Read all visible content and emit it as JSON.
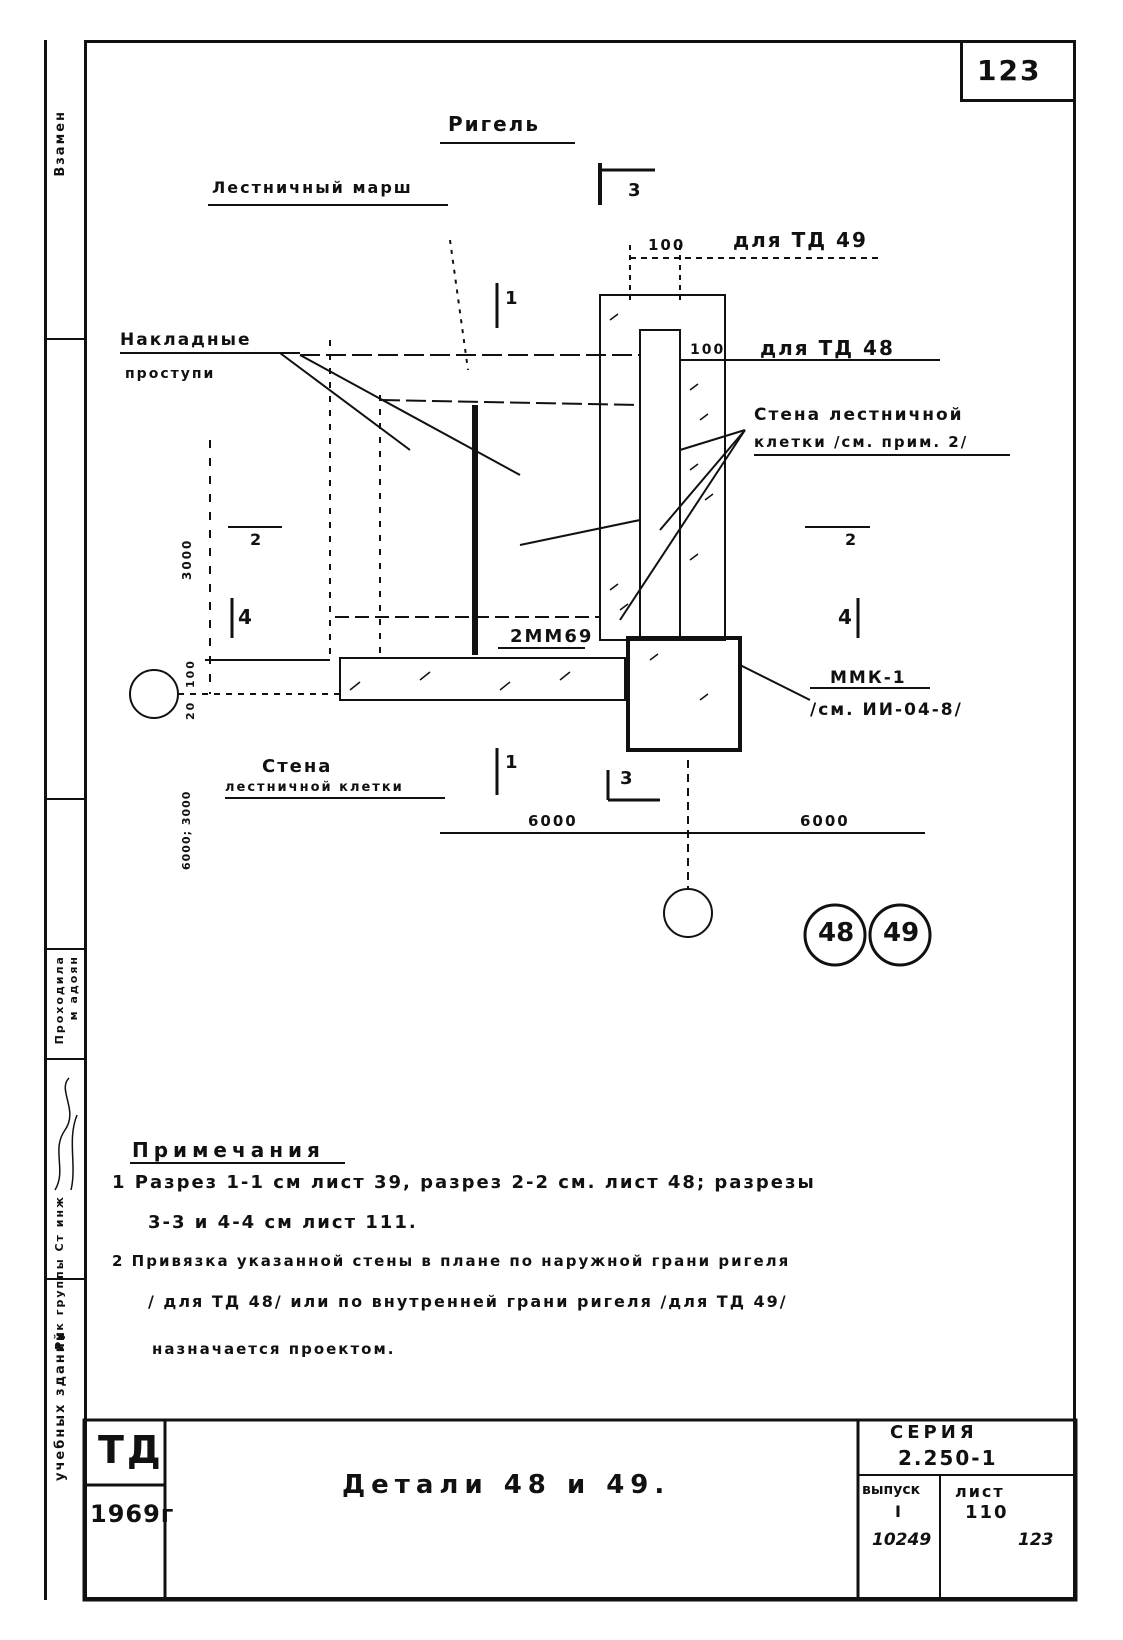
{
  "page_number": "123",
  "title": "Ригель",
  "side_stamps": {
    "vzamen": "Взамен",
    "prokhodila": "Проходила",
    "mark": "м адоян",
    "group_head": "Рук группы Ст инж",
    "institute": "учебных зданий"
  },
  "drawing": {
    "label_stair_flight": "Лестничный марш",
    "label_overlay_steps_1": "Накладные",
    "label_overlay_steps_2": "проступи",
    "label_dim_100_top": "100",
    "label_for_td49": "для ТД 49",
    "label_dim_100_mid": "100",
    "label_for_td48": "для ТД 48",
    "label_wall_1": "Стена лестничной",
    "label_wall_2": "клетки /см. прим. 2/",
    "section_1_top": "1",
    "section_1_bottom": "1",
    "section_2_left": "2",
    "section_2_right": "2",
    "section_3_top": "3",
    "section_3_bottom": "3",
    "section_4_left": "4",
    "section_4_right": "4",
    "label_2mm69": "2ММ69",
    "label_mmk1": "ММК-1",
    "label_mmk1_ref": "/см. ИИ-04-8/",
    "label_wall_bottom_1": "Стена",
    "label_wall_bottom_2": "лестничной клетки",
    "dim_3000": "3000",
    "dim_100": "100",
    "dim_20": "20",
    "dim_vertical_bottom": "6000; 3000",
    "dim_6000_left": "6000",
    "dim_6000_right": "6000",
    "detail_48": "48",
    "detail_49": "49"
  },
  "notes": {
    "heading": "Примечания",
    "note1_line1": "1 Разрез 1-1 см лист 39, разрез 2-2 см. лист 48; разрезы",
    "note1_line2": "3-3 и 4-4 см лист 111.",
    "note2_line1": "2 Привязка указанной стены в плане по наружной грани ригеля",
    "note2_line2": "/ для ТД 48/ или по внутренней грани ригеля /для ТД 49/",
    "note2_line3": "назначается проектом."
  },
  "title_block": {
    "td": "ТД",
    "year": "1969г",
    "name": "Детали 48 и 49.",
    "seria_label": "СЕРИЯ",
    "seria_value": "2.250-1",
    "vypusk_label": "выпуск",
    "vypusk_value": "I",
    "list_label": "лист",
    "list_value": "110"
  },
  "footer": {
    "code": "10249",
    "page": "123"
  }
}
